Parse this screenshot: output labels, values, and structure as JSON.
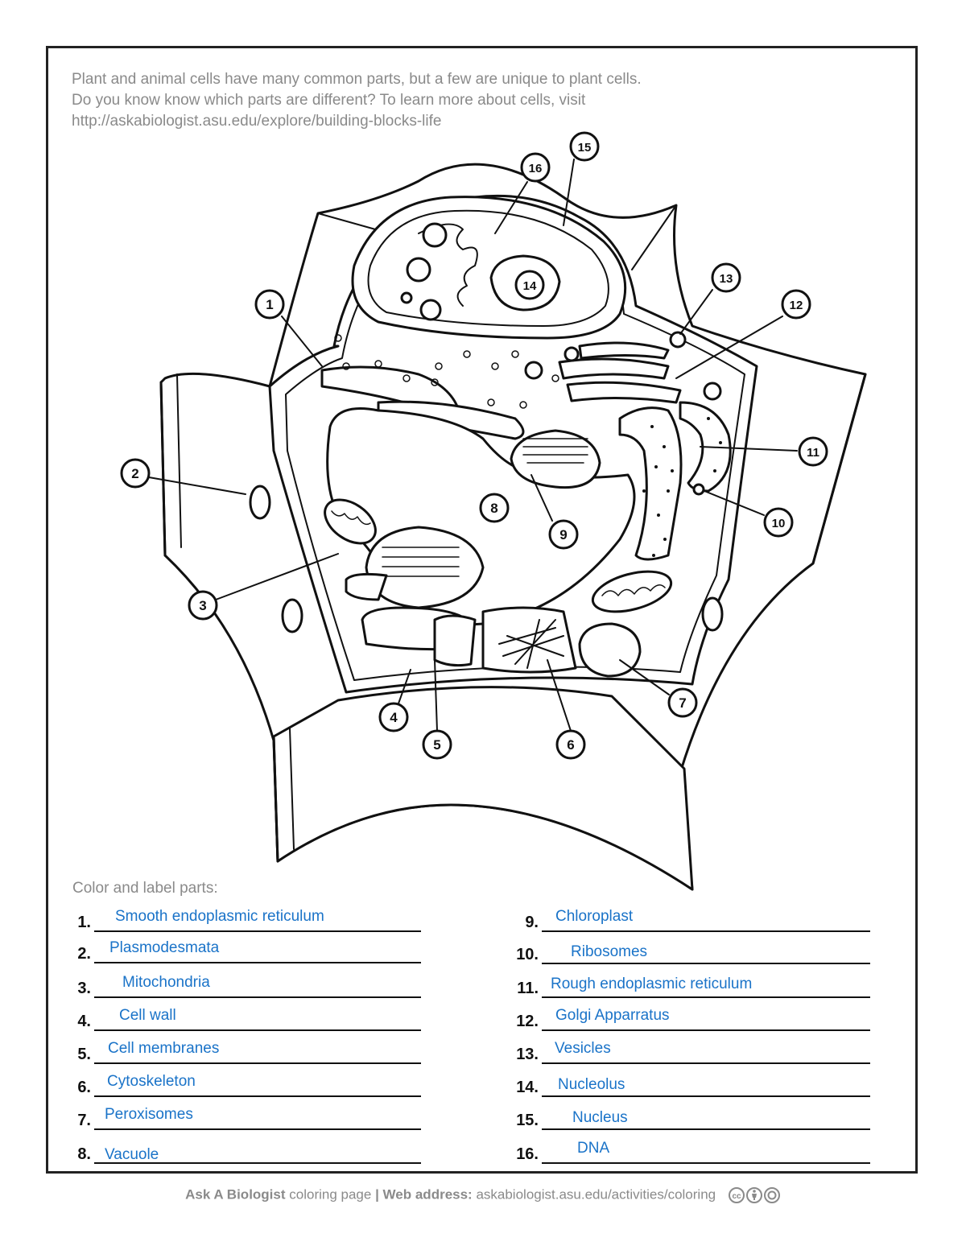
{
  "intro": {
    "line1": "Plant and animal cells have many common parts, but a few are unique to plant cells.",
    "line2": "Do you know know which parts are different? To learn more about cells, visit",
    "line3": "http://askabiologist.asu.edu/explore/building-blocks-life"
  },
  "callouts": [
    "1",
    "2",
    "3",
    "4",
    "5",
    "6",
    "7",
    "8",
    "9",
    "10",
    "11",
    "12",
    "13",
    "14",
    "15",
    "16"
  ],
  "labels_title": "Color and label parts:",
  "answers": [
    {
      "num": "1.",
      "text": "Smooth endoplasmic reticulum"
    },
    {
      "num": "2.",
      "text": "Plasmodesmata"
    },
    {
      "num": "3.",
      "text": "Mitochondria"
    },
    {
      "num": "4.",
      "text": "Cell wall"
    },
    {
      "num": "5.",
      "text": "Cell membranes"
    },
    {
      "num": "6.",
      "text": "Cytoskeleton"
    },
    {
      "num": "7.",
      "text": "Peroxisomes"
    },
    {
      "num": "8.",
      "text": "Vacuole"
    },
    {
      "num": "9.",
      "text": "Chloroplast"
    },
    {
      "num": "10.",
      "text": "Ribosomes"
    },
    {
      "num": "11.",
      "text": "Rough endoplasmic reticulum"
    },
    {
      "num": "12.",
      "text": "Golgi Apparratus"
    },
    {
      "num": "13.",
      "text": "Vesicles"
    },
    {
      "num": "14.",
      "text": "Nucleolus"
    },
    {
      "num": "15.",
      "text": "Nucleus"
    },
    {
      "num": "16.",
      "text": "DNA"
    }
  ],
  "footer": {
    "brand": "Ask A Biologist",
    "part1": " coloring page ",
    "sep": "|",
    "web_label": " Web address:",
    "url": " askabiologist.asu.edu/activities/coloring"
  },
  "colors": {
    "answer_text": "#1a73c8",
    "gray_text": "#8a8a8a",
    "line": "#111111"
  }
}
